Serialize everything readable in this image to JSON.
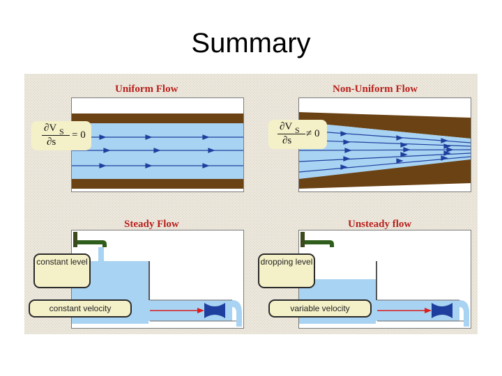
{
  "title": "Summary",
  "panels": {
    "uniform": {
      "title": "Uniform Flow",
      "formula": {
        "numerator": "∂V",
        "subscript": "S",
        "denominator": "∂s",
        "relation": "= 0"
      }
    },
    "nonuniform": {
      "title": "Non-Uniform Flow",
      "formula": {
        "numerator": "∂V",
        "subscript": "S",
        "denominator": "∂s",
        "relation": "≠ 0"
      }
    },
    "steady": {
      "title": "Steady Flow",
      "level_label": "constant level",
      "velocity_label": "constant velocity"
    },
    "unsteady": {
      "title": "Unsteady flow",
      "level_label": "dropping level",
      "velocity_label": "variable velocity"
    }
  },
  "colors": {
    "title_red": "#b8201c",
    "pipe_wall": "#6b4213",
    "water": "#a9d3f2",
    "arrow_blue": "#1f3f9e",
    "velocity_arrow": "#d81e1e",
    "callout_fill": "#f4f0c8"
  }
}
